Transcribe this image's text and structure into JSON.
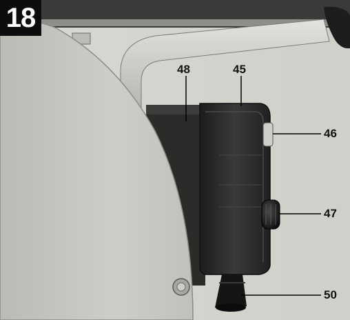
{
  "figure": {
    "number": "18",
    "callouts": [
      {
        "id": "45",
        "label": "45"
      },
      {
        "id": "46",
        "label": "46"
      },
      {
        "id": "47",
        "label": "47"
      },
      {
        "id": "48",
        "label": "48"
      },
      {
        "id": "50",
        "label": "50"
      }
    ]
  },
  "colors": {
    "background": "#d6d5d0",
    "machine_body": "#c7c5bf",
    "tube": "#d2cfca",
    "switch_box": "#2a2a2a",
    "badge": "#0d0d0d"
  }
}
